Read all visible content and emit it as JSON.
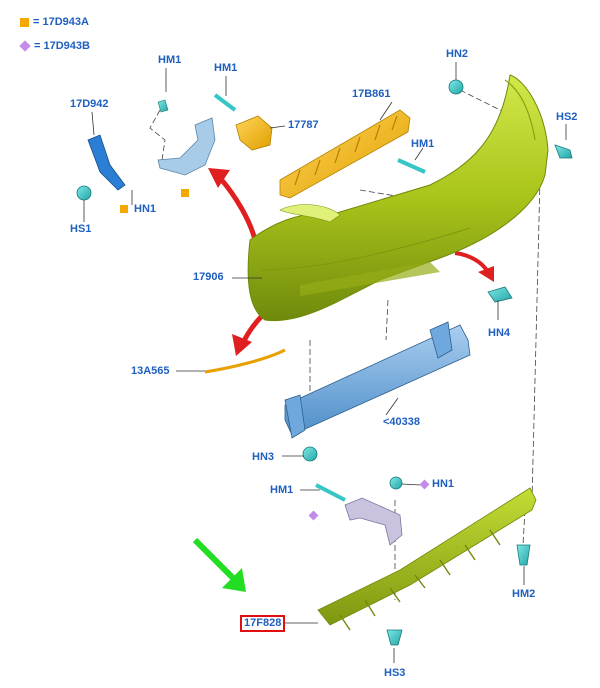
{
  "legend": [
    {
      "marker": "square",
      "color": "#f5a800",
      "text": "= 17D943A"
    },
    {
      "marker": "diamond",
      "color": "#c38ce8",
      "text": "= 17D943B"
    }
  ],
  "labels": {
    "hm1_top_a": "HM1",
    "hm1_top_b": "HM1",
    "part_17d942": "17D942",
    "part_17787": "17787",
    "part_17b861": "17B861",
    "hm1_bracket": "HM1",
    "hn2": "HN2",
    "hs2": "HS2",
    "hs1": "HS1",
    "hn1_left": "HN1",
    "part_17906": "17906",
    "hn4": "HN4",
    "part_13a565": "13A565",
    "part_40338": "<40338",
    "hn3": "HN3",
    "hm1_lower": "HM1",
    "hn1_lower": "HN1",
    "hm2": "HM2",
    "part_17f828": "17F828",
    "hs3": "HS3"
  },
  "colors": {
    "label": "#1f5fbf",
    "bumper": "#b3cc1a",
    "bumper_shade": "#6f8a0c",
    "reinforcement": "#6fa8dc",
    "clip_cyan": "#36c6c6",
    "bracket_orange": "#f5b820",
    "red_arrow": "#e02020",
    "green_arrow": "#22dd22",
    "highlight_box": "#e01010",
    "bracket_blue": "#2a7fd4",
    "bracket_light": "#a8cce8",
    "bracket_lilac": "#c9c3e0"
  }
}
